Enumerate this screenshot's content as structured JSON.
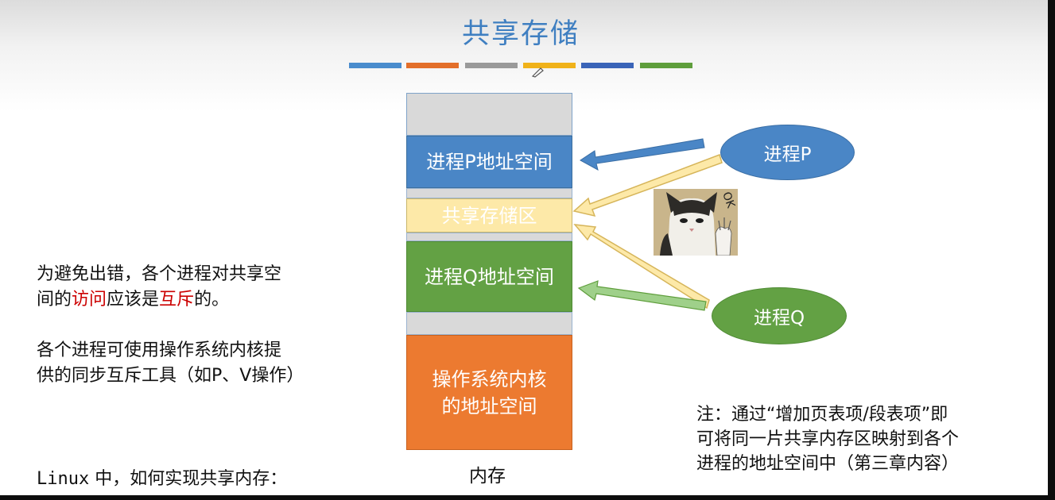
{
  "slide": {
    "title": "共享存储",
    "color_bars": [
      "#4a8ccd",
      "#e36f2a",
      "#9a9a9a",
      "#f0b21a",
      "#3a64b8",
      "#5f9e3c"
    ]
  },
  "memory": {
    "caption": "内存",
    "blocks": [
      {
        "id": "top-gap",
        "label": "",
        "color": "#d9d9d9"
      },
      {
        "id": "process-p-space",
        "label": "进程P地址空间",
        "color": "#4a86c6"
      },
      {
        "id": "gap-1",
        "label": "",
        "color": "#d9d9d9"
      },
      {
        "id": "shared-area",
        "label": "共享存储区",
        "color": "#fde9a8"
      },
      {
        "id": "gap-2",
        "label": "",
        "color": "#d9d9d9"
      },
      {
        "id": "process-q-space",
        "label": "进程Q地址空间",
        "color": "#63a144"
      },
      {
        "id": "gap-3",
        "label": "",
        "color": "#d9d9d9"
      },
      {
        "id": "kernel-space",
        "label": "操作系统内核的地址空间",
        "label_line1": "操作系统内核",
        "label_line2": "的地址空间",
        "color": "#ec7a30"
      }
    ]
  },
  "processes": {
    "p": {
      "label": "进程P",
      "color": "#4a86c6"
    },
    "q": {
      "label": "进程Q",
      "color": "#63a144"
    }
  },
  "notes": {
    "mutex_line1": "为避免出错，各个进程对共享空",
    "mutex_line2_prefix": "间的",
    "mutex_access": "访问",
    "mutex_mid": "应该是",
    "mutex_exclusive": "互斥",
    "mutex_end": "的。",
    "tools_line1": "各个进程可使用操作系统内核提",
    "tools_line2": "供的同步互斥工具（如P、V操作）",
    "linux_prefix": "Linux",
    "linux_rest": " 中，如何实现共享内存：",
    "footnote_line1": "注：通过“增加页表项/段表项”即",
    "footnote_line2": "可将同一片共享内存区映射到各个",
    "footnote_line3": "进程的地址空间中（第三章内容）"
  },
  "sticker": {
    "text": "OK"
  }
}
